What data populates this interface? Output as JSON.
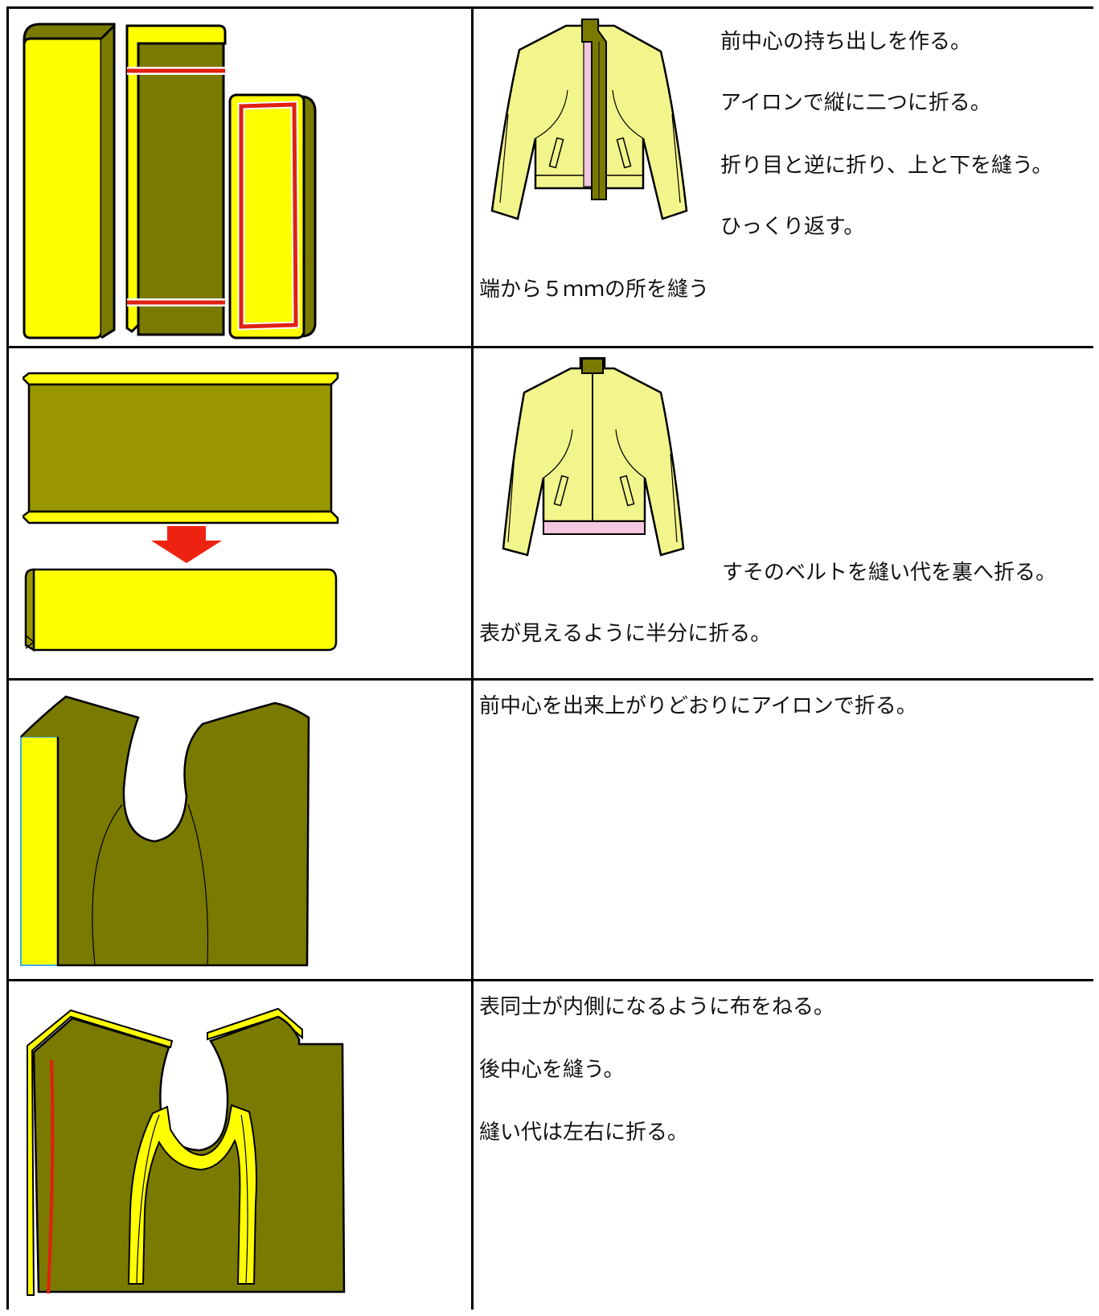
{
  "colors": {
    "olive": "#7a7a00",
    "yellow": "#ffff00",
    "jacket": "#f2f58c",
    "pink": "#f5c6e0",
    "stitch_red": "#e02010",
    "arrow_red": "#ee2211",
    "border": "#000000"
  },
  "rows": [
    {
      "lines": [
        "前中心の持ち出しを作る。",
        "アイロンで縦に二つに折る。",
        "折り目と逆に折り、上と下を縫う。",
        "ひっくり返す。",
        "端から５ｍｍの所を縫う"
      ]
    },
    {
      "lines": [
        "すそのベルトを縫い代を裏へ折る。",
        "表が見えるように半分に折る。"
      ]
    },
    {
      "lines": [
        "前中心を出来上がりどおりにアイロンで折る。"
      ]
    },
    {
      "lines": [
        " 表同士が内側になるように布をねる。",
        "後中心を縫う。",
        "縫い代は左右に折る。"
      ]
    }
  ]
}
